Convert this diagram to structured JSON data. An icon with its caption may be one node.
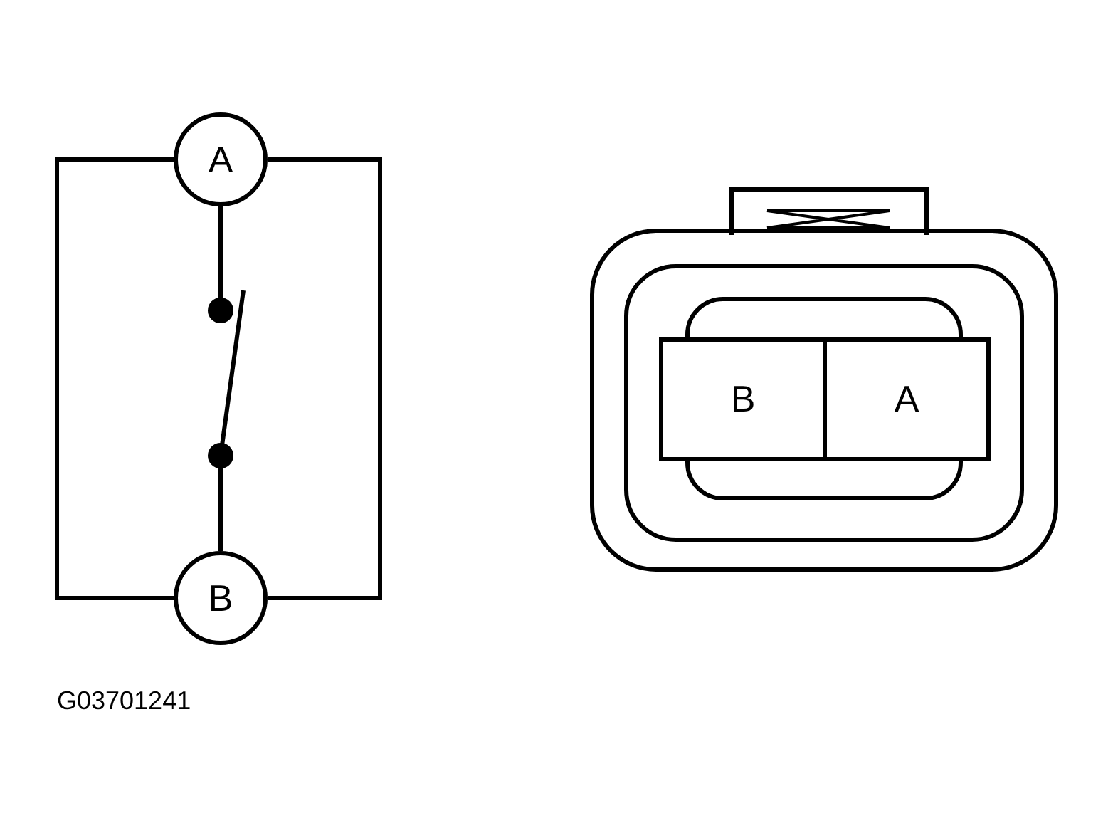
{
  "diagram": {
    "nodes": [
      {
        "text": [
          "A"
        ]
      },
      {
        "text": [],
        "shape": "switch"
      },
      {
        "text": [
          "B"
        ]
      },
      {
        "text": [],
        "shape": "box"
      },
      {
        "text": [
          "B"
        ],
        "in": 3
      },
      {
        "text": [
          "A"
        ],
        "in": 3
      }
    ],
    "edges": [
      {
        "from": 0,
        "to": 1,
        "arrow": "none"
      },
      {
        "from": 1,
        "to": 2,
        "arrow": "none"
      },
      {
        "from": 0,
        "to": 2,
        "arrow": "none"
      },
      {
        "from": 0,
        "to": 2,
        "arrow": "none"
      }
    ],
    "labels": [
      "G03701241"
    ]
  }
}
